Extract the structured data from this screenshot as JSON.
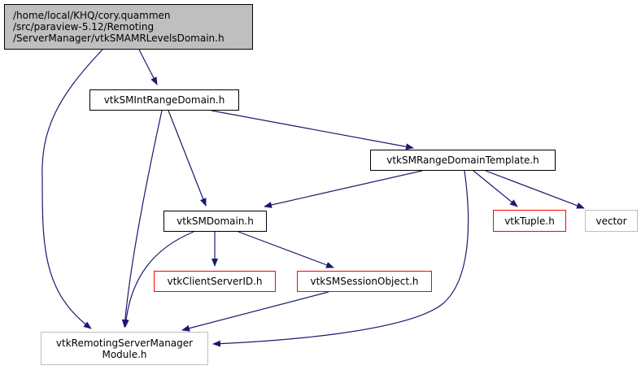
{
  "title": "Include dependency graph for vtkSMAMRLevelsDomain.h",
  "colors": {
    "edge": "#191970",
    "root_fill": "#bfbfbf",
    "normal_border": "#000000",
    "missing_border": "#ff0000",
    "external_border": "#bfbfbf"
  },
  "nodes": [
    {
      "id": "root",
      "kind": "root",
      "lines": [
        "/home/local/KHQ/cory.quammen",
        "/src/paraview-5.12/Remoting",
        "/ServerManager/vtkSMAMRLevelsDomain.h"
      ]
    },
    {
      "id": "intrange",
      "kind": "normal",
      "lines": [
        "vtkSMIntRangeDomain.h"
      ]
    },
    {
      "id": "rangetemplate",
      "kind": "normal",
      "lines": [
        "vtkSMRangeDomainTemplate.h"
      ]
    },
    {
      "id": "domain",
      "kind": "normal",
      "lines": [
        "vtkSMDomain.h"
      ]
    },
    {
      "id": "tuple",
      "kind": "missing",
      "lines": [
        "vtkTuple.h"
      ]
    },
    {
      "id": "vector",
      "kind": "external",
      "lines": [
        "vector"
      ]
    },
    {
      "id": "clientserverid",
      "kind": "missing",
      "lines": [
        "vtkClientServerID.h"
      ]
    },
    {
      "id": "sessionobject",
      "kind": "missing",
      "lines": [
        "vtkSMSessionObject.h"
      ]
    },
    {
      "id": "module",
      "kind": "external",
      "lines": [
        "vtkRemotingServerManager",
        "Module.h"
      ]
    }
  ],
  "edges": [
    {
      "from": "root",
      "to": "intrange"
    },
    {
      "from": "root",
      "to": "module"
    },
    {
      "from": "intrange",
      "to": "rangetemplate"
    },
    {
      "from": "intrange",
      "to": "domain"
    },
    {
      "from": "intrange",
      "to": "module"
    },
    {
      "from": "rangetemplate",
      "to": "domain"
    },
    {
      "from": "rangetemplate",
      "to": "tuple"
    },
    {
      "from": "rangetemplate",
      "to": "vector"
    },
    {
      "from": "rangetemplate",
      "to": "module"
    },
    {
      "from": "domain",
      "to": "clientserverid"
    },
    {
      "from": "domain",
      "to": "sessionobject"
    },
    {
      "from": "domain",
      "to": "module"
    },
    {
      "from": "sessionobject",
      "to": "module"
    }
  ]
}
